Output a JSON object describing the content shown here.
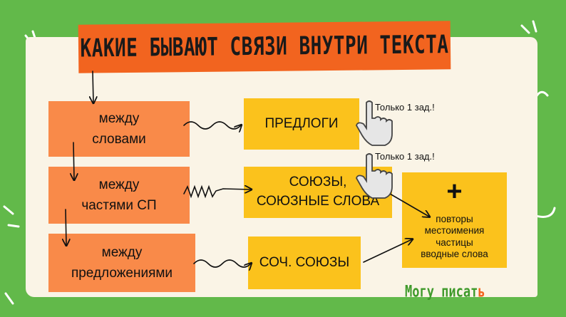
{
  "title": "Какие бывают связи внутри текста",
  "left_boxes": [
    {
      "line1": "между",
      "line2": "словами"
    },
    {
      "line1": "между",
      "line2": "частями СП"
    },
    {
      "line1": "между",
      "line2": "предложениями"
    }
  ],
  "right_boxes": [
    {
      "line1": "ПРЕДЛОГИ",
      "line2": ""
    },
    {
      "line1": "СОЮЗЫ,",
      "line2": "СОЮЗНЫЕ СЛОВА"
    },
    {
      "line1": "СОЧ. СОЮЗЫ",
      "line2": ""
    }
  ],
  "notes": [
    "Только 1 зад.!",
    "Только 1 зад.!"
  ],
  "plus_box": {
    "symbol": "+",
    "items": [
      "повторы",
      "местоимения",
      "частицы",
      "вводные слова"
    ]
  },
  "brand": {
    "main": "Могу писат",
    "accent": "ь"
  },
  "colors": {
    "background": "#62b94a",
    "card": "#faf4e6",
    "title": "#f2641f",
    "left_box": "#f98a49",
    "right_box": "#fbc21c"
  },
  "icons": [
    "pointing-hand-icon",
    "pointing-hand-icon",
    "arrow-icon",
    "zigzag-arrow-icon"
  ]
}
